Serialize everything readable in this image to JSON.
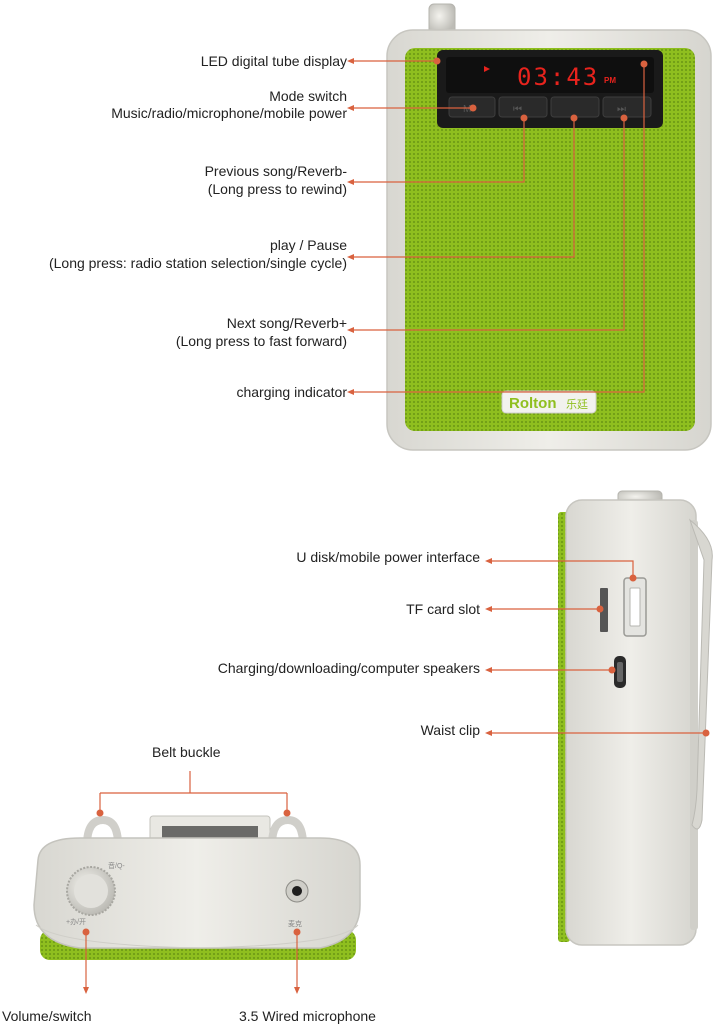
{
  "front": {
    "display_time": "03:43",
    "display_ampm": "PM",
    "brand_logo": "Rolton",
    "brand_cn": "乐廷",
    "labels": {
      "led": "LED digital tube display",
      "mode_1": "Mode switch",
      "mode_2": "Music/radio/microphone/mobile power",
      "prev_1": "Previous song/Reverb-",
      "prev_2": "(Long press to rewind)",
      "play_1": "play / Pause",
      "play_2": "(Long press: radio station selection/single cycle)",
      "next_1": "Next song/Reverb+",
      "next_2": "(Long press to fast forward)",
      "charge": "charging indicator"
    }
  },
  "side": {
    "labels": {
      "usb": "U disk/mobile power interface",
      "tf": "TF card slot",
      "micro": "Charging/downloading/computer speakers",
      "clip": "Waist clip"
    }
  },
  "bottom": {
    "labels": {
      "belt": "Belt buckle",
      "volume": "Volume/switch",
      "mic": "3.5 Wired microphone"
    }
  },
  "colors": {
    "accent": "#d9623f",
    "grille": "#8fbf1f",
    "body": "#e8e7e2",
    "display": "#1a1a1a",
    "led": "#e8231d"
  }
}
